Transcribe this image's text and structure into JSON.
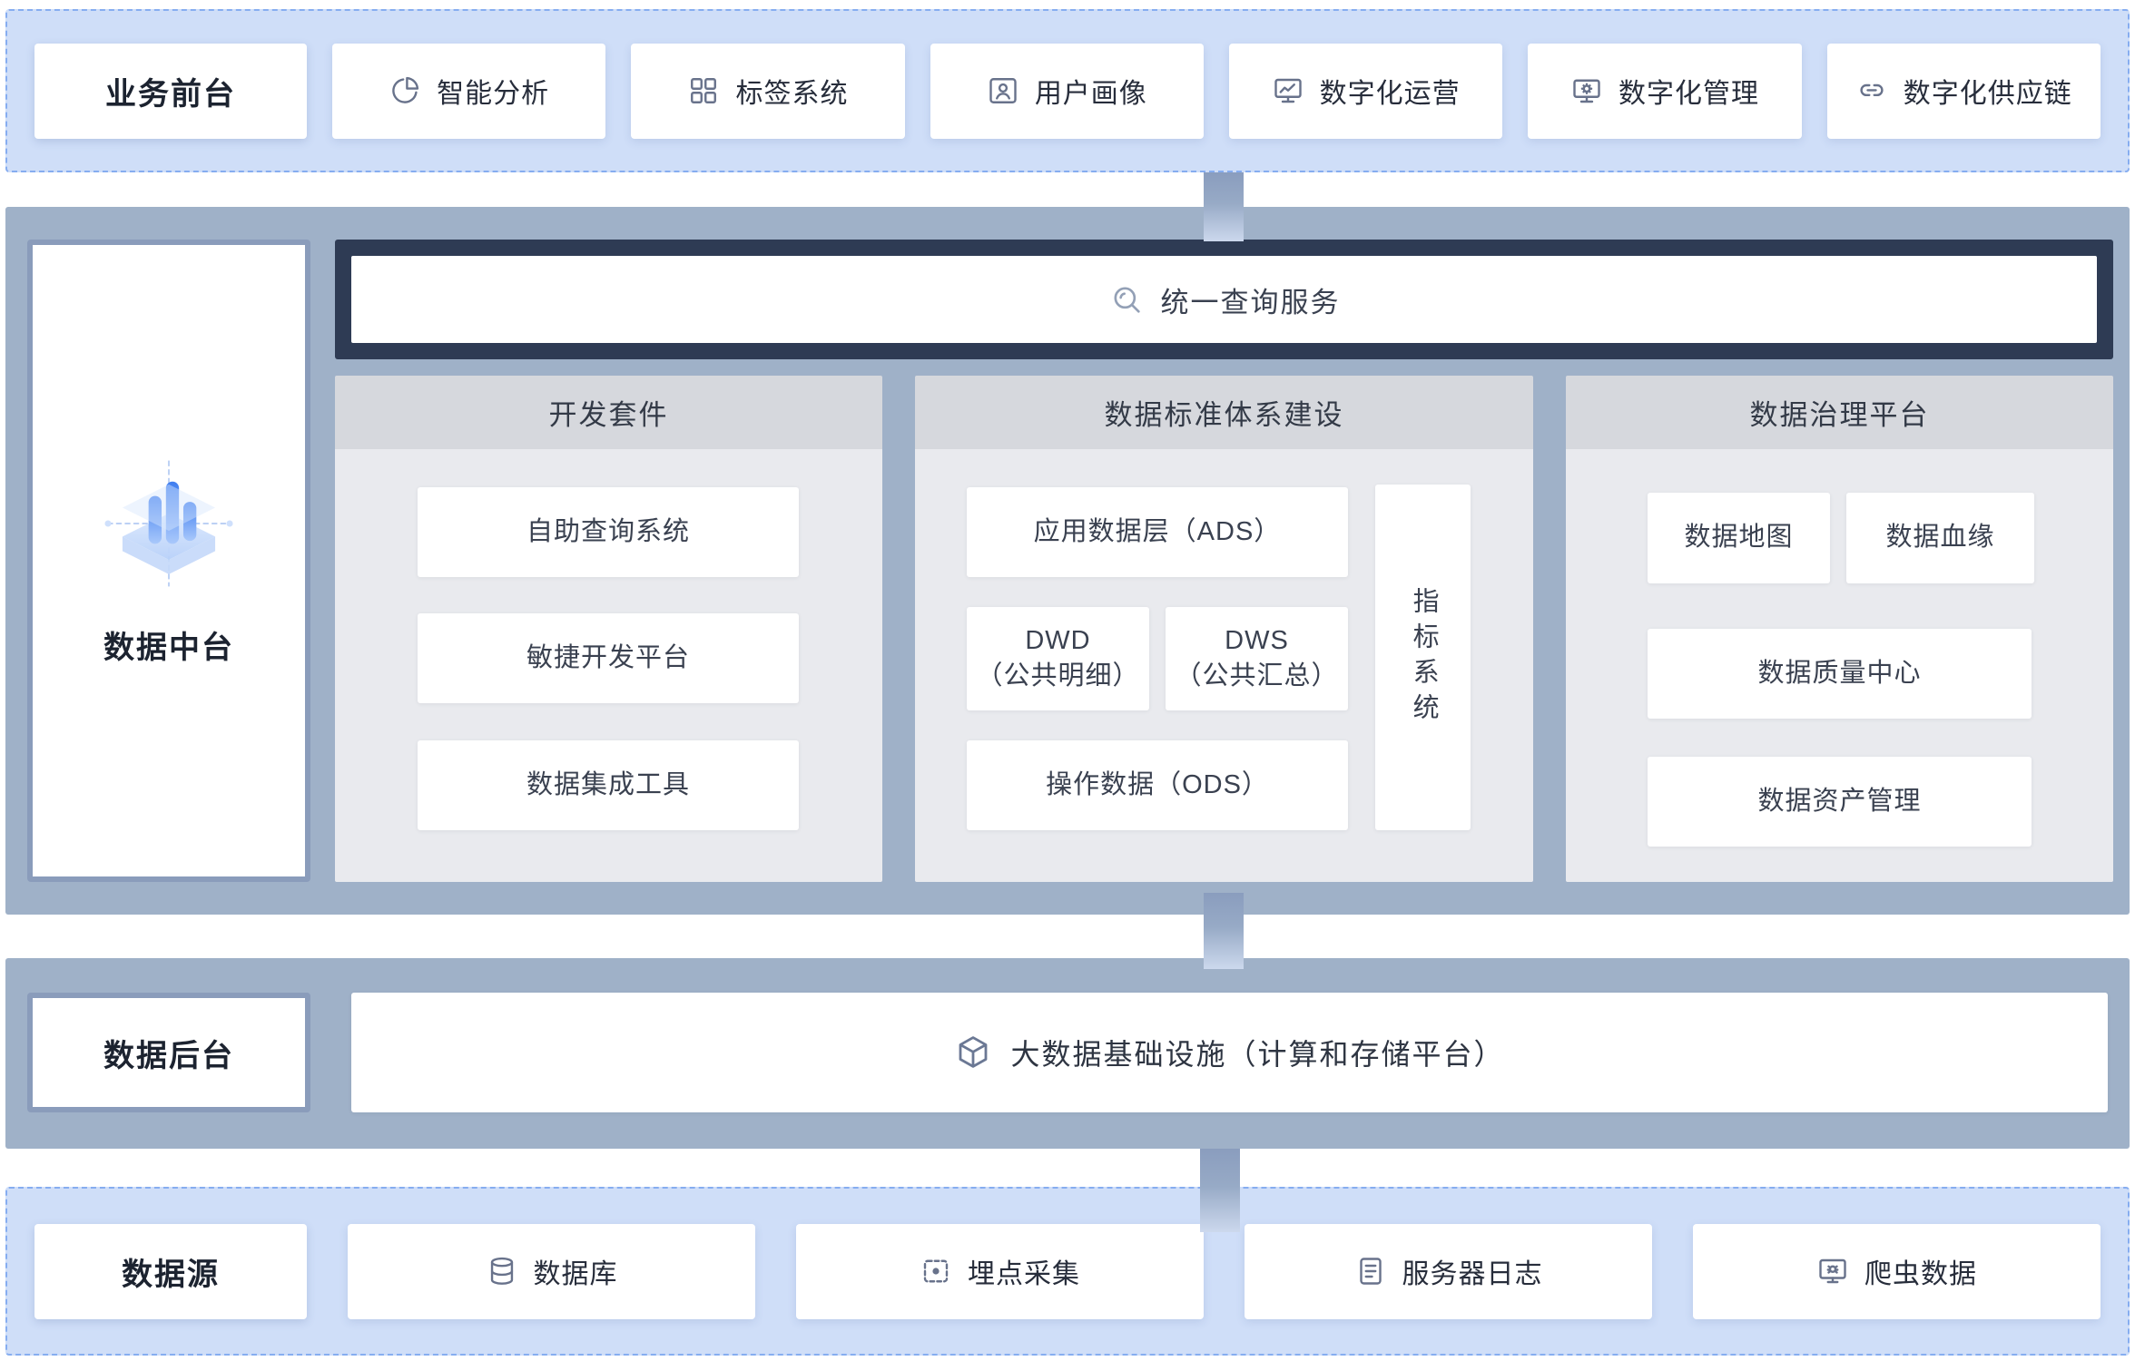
{
  "colors": {
    "band_blue_bg": "#cfdef8",
    "band_blue_border": "#86adf0",
    "band_slate_bg": "#9fb1c8",
    "navy_bg": "#2e3b54",
    "column_header_bg": "#d6d8dd",
    "column_body_bg": "#e9eaee",
    "bar_blue": "#4a87f5"
  },
  "frontend": {
    "label": "业务前台",
    "items": [
      {
        "label": "智能分析",
        "icon": "pie-chart-icon"
      },
      {
        "label": "标签系统",
        "icon": "grid-icon"
      },
      {
        "label": "用户画像",
        "icon": "user-card-icon"
      },
      {
        "label": "数字化运营",
        "icon": "monitor-chart-icon"
      },
      {
        "label": "数字化管理",
        "icon": "monitor-gear-icon"
      },
      {
        "label": "数字化供应链",
        "icon": "chain-link-icon"
      }
    ]
  },
  "platform": {
    "label": "数据中台",
    "query_service": "统一查询服务",
    "dev_suite": {
      "title": "开发套件",
      "items": [
        "自助查询系统",
        "敏捷开发平台",
        "数据集成工具"
      ]
    },
    "data_standard": {
      "title": "数据标准体系建设",
      "ads": "应用数据层（ADS）",
      "dwd_line1": "DWD",
      "dwd_line2": "（公共明细）",
      "dws_line1": "DWS",
      "dws_line2": "（公共汇总）",
      "ods": "操作数据（ODS）",
      "indicator_system": "指标系统"
    },
    "governance": {
      "title": "数据治理平台",
      "items_row1": [
        "数据地图",
        "数据血缘"
      ],
      "item_row2": "数据质量中心",
      "item_row3": "数据资产管理"
    }
  },
  "backend": {
    "label": "数据后台",
    "infrastructure": "大数据基础设施（计算和存储平台）"
  },
  "sources": {
    "label": "数据源",
    "items": [
      {
        "label": "数据库",
        "icon": "database-icon"
      },
      {
        "label": "埋点采集",
        "icon": "tracking-icon"
      },
      {
        "label": "服务器日志",
        "icon": "log-file-icon"
      },
      {
        "label": "爬虫数据",
        "icon": "crawler-icon"
      }
    ]
  }
}
